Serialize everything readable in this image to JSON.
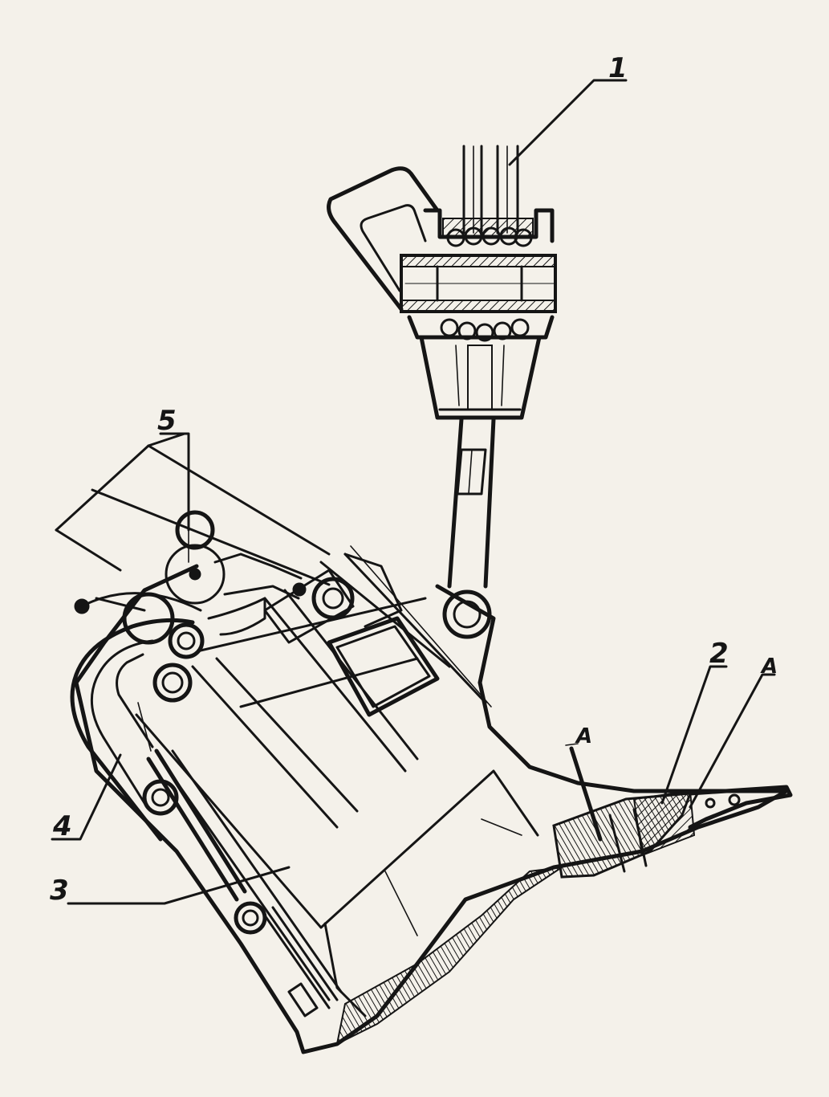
{
  "diagram": {
    "callouts": [
      {
        "id": "c1",
        "label": "1"
      },
      {
        "id": "c2",
        "label": "2"
      },
      {
        "id": "c3",
        "label": "3"
      },
      {
        "id": "c4",
        "label": "4"
      },
      {
        "id": "c5",
        "label": "5"
      }
    ],
    "section_marks": [
      {
        "id": "sA1",
        "label": "A"
      },
      {
        "id": "sA2",
        "label": "A"
      }
    ],
    "colors": {
      "ink": "#151515",
      "paper": "#f4f1ea",
      "hatch": "#151515"
    }
  }
}
